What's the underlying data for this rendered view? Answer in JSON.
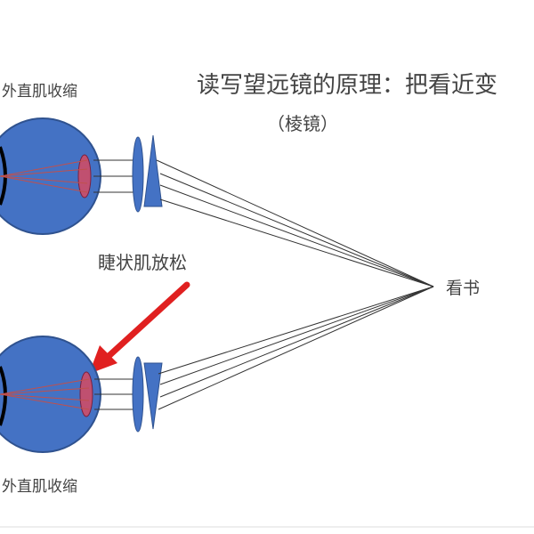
{
  "title": "读写望远镜的原理：把看近变",
  "subtitle": "（棱镜）",
  "labels": {
    "top_eye_muscle": "外直肌收缩",
    "bottom_eye_muscle": "外直肌收缩",
    "ciliary": "睫状肌放松",
    "target": "看书"
  },
  "colors": {
    "eyeball": "#4472C4",
    "eyeball_outline": "#2F528F",
    "lens_inner": "#C05070",
    "ray_inside": "#C0504D",
    "ray_outside": "#333333",
    "arrow": "#E02020",
    "lens_optic": "#4472C4"
  }
}
